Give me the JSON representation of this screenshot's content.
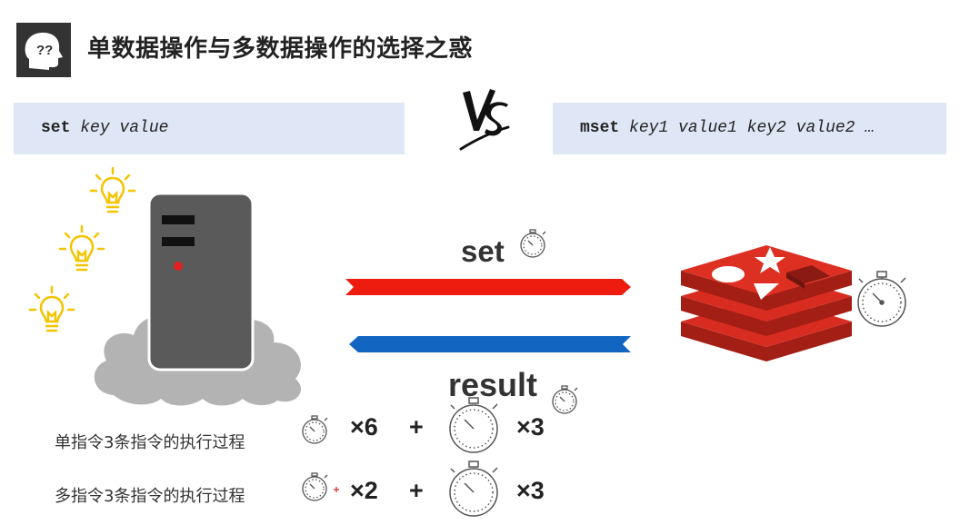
{
  "header": {
    "title": "单数据操作与多数据操作的选择之惑",
    "icon": "thinking-head-icon"
  },
  "commands": {
    "single": {
      "keyword": "set",
      "args": "key value"
    },
    "vs_label": "VS",
    "multi": {
      "keyword": "mset",
      "args": "key1 value1 key2 value2 …"
    }
  },
  "diagram": {
    "send_label": "set",
    "return_label": "result",
    "send_color": "#ee1c0f",
    "return_color": "#1266c2"
  },
  "rows": [
    {
      "label": "单指令3条指令的执行过程",
      "small_mult": "×6",
      "plus": "+",
      "large_mult": "×3"
    },
    {
      "label": "多指令3条指令的执行过程",
      "small_mult": "×2",
      "plus": "+",
      "large_mult": "×3"
    }
  ],
  "colors": {
    "redis_red": "#d82c20",
    "bulb": "#f5c400",
    "server": "#5a5a5a",
    "cloud": "#b3b3b3",
    "cmd_box": "#dfe7f7"
  }
}
